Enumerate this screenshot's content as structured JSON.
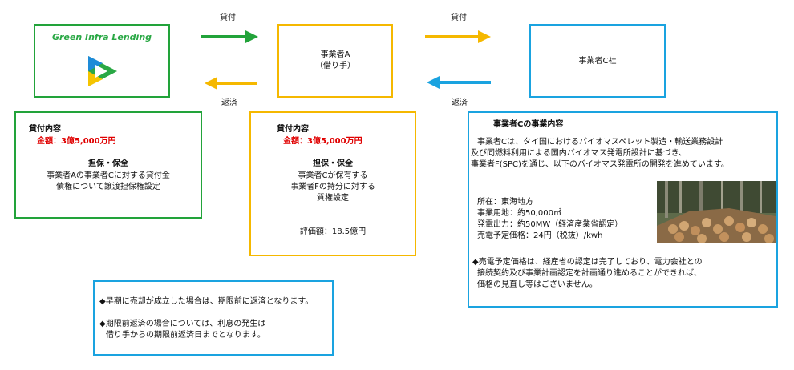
{
  "lender": {
    "name": "Green Infra Lending"
  },
  "arrows": {
    "loan_top_left": "貸付",
    "repay_bottom_left": "返済",
    "loan_top_right": "貸付",
    "repay_bottom_right": "返済"
  },
  "borrower_box": {
    "line1": "事業者A",
    "line2": "（借り手）"
  },
  "company_c_box": {
    "label": "事業者C社"
  },
  "left_detail": {
    "heading": "貸付内容",
    "amount": "金額：3億5,000万円",
    "security_heading": "担保・保全",
    "security_line1": "事業者Aの事業者Cに対する貸付金",
    "security_line2": "債権について譲渡担保権設定"
  },
  "mid_detail": {
    "heading": "貸付内容",
    "amount": "金額：3億5,000万円",
    "security_heading": "担保・保全",
    "security_line1": "事業者Cが保有する",
    "security_line2": "事業者Fの持分に対する",
    "security_line3": "質権設定",
    "valuation": "評価額：18.5億円"
  },
  "right_detail": {
    "heading": "事業者Cの事業内容",
    "desc_line1": "事業者Cは、タイ国におけるバイオマスペレット製造・輸送業務設計",
    "desc_line2": "及び同燃料利用による国内バイオマス発電所設計に基づき、",
    "desc_line3": "事業者F(SPC)を通じ、以下のバイオマス発電所の開発を進めています。",
    "location": "所在：東海地方",
    "land": "事業用地：約50,000㎡",
    "output": "発電出力：約50MW（経済産業省認定）",
    "price": "売電予定価格：24円（税抜）/kwh",
    "note_line1": "◆売電予定価格は、経産省の認定は完了しており、電力会社との",
    "note_line2": "接続契約及び事業計画認定を計画通り進めることができれば、",
    "note_line3": "価格の見直し等はございません。"
  },
  "bottom_note": {
    "line1": "◆早期に売却が成立した場合は、期限前に返済となります。",
    "line2": "◆期限前返済の場合については、利息の発生は",
    "line3": "借り手からの期限前返済日までとなります。"
  },
  "colors": {
    "green": "#22a33a",
    "yellow": "#f5b800",
    "blue": "#1aa3e0",
    "red": "#e00000"
  }
}
